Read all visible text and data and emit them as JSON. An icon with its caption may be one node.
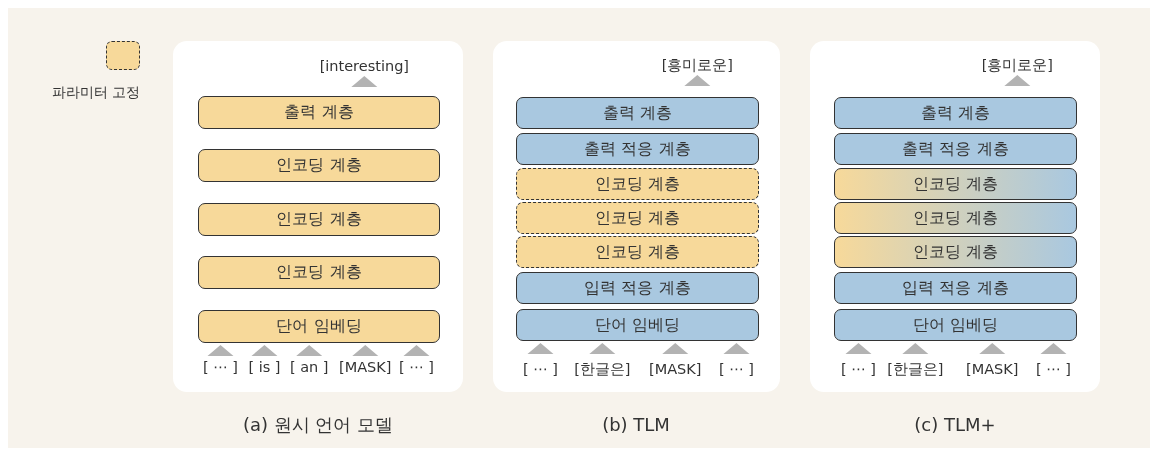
{
  "diagram": {
    "nodes": [
      {
        "text": [],
        "shape": "box"
      },
      {
        "text": [
          "[interesting]"
        ],
        "in": 0
      },
      {
        "text": [
          "출력 계층"
        ],
        "in": 0
      },
      {
        "text": [
          "인코딩 계층"
        ],
        "in": 0
      },
      {
        "text": [
          "인코딩 계층"
        ],
        "in": 0
      },
      {
        "text": [
          "인코딩 계층"
        ],
        "in": 0
      },
      {
        "text": [
          "단어 임베딩"
        ],
        "in": 0
      },
      {
        "text": [
          "[ ⋯ ]"
        ],
        "in": 0
      },
      {
        "text": [
          "[ is ]"
        ],
        "in": 0
      },
      {
        "text": [
          "[ an ]"
        ],
        "in": 0
      },
      {
        "text": [
          "[MASK]"
        ],
        "in": 0
      },
      {
        "text": [
          "[ ⋯ ]"
        ],
        "in": 0
      },
      {
        "text": [],
        "shape": "box"
      },
      {
        "text": [
          "[흥미로운]"
        ],
        "in": 12
      },
      {
        "text": [
          "출력 계층"
        ],
        "in": 12
      },
      {
        "text": [
          "출력 적응 계층"
        ],
        "in": 12
      },
      {
        "text": [
          "인코딩 계층"
        ],
        "in": 12
      },
      {
        "text": [
          "인코딩 계층"
        ],
        "in": 12
      },
      {
        "text": [
          "인코딩 계층"
        ],
        "in": 12
      },
      {
        "text": [
          "입력 적응 계층"
        ],
        "in": 12
      },
      {
        "text": [
          "단어 임베딩"
        ],
        "in": 12
      },
      {
        "text": [
          "[ ⋯ ]"
        ],
        "in": 12
      },
      {
        "text": [
          "[한글은]"
        ],
        "in": 12
      },
      {
        "text": [
          "[MASK]"
        ],
        "in": 12
      },
      {
        "text": [
          "[ ⋯ ]"
        ],
        "in": 12
      },
      {
        "text": [],
        "shape": "box"
      },
      {
        "text": [
          "[흥미로운]"
        ],
        "in": 25
      },
      {
        "text": [
          "출력 계층"
        ],
        "in": 25
      },
      {
        "text": [
          "출력 적응 계층"
        ],
        "in": 25
      },
      {
        "text": [
          "인코딩 계층"
        ],
        "in": 25
      },
      {
        "text": [
          "인코딩 계층"
        ],
        "in": 25
      },
      {
        "text": [
          "인코딩 계층"
        ],
        "in": 25
      },
      {
        "text": [
          "입력 적응 계층"
        ],
        "in": 25
      },
      {
        "text": [
          "단어 임베딩"
        ],
        "in": 25
      },
      {
        "text": [
          "[ ⋯ ]"
        ],
        "in": 25
      },
      {
        "text": [
          "[한글은]"
        ],
        "in": 25
      },
      {
        "text": [
          "[MASK]"
        ],
        "in": 25
      },
      {
        "text": [
          "[ ⋯ ]"
        ],
        "in": 25
      }
    ],
    "edges": [
      {
        "from": 2,
        "to": 1,
        "arrow": "to"
      },
      {
        "from": 7,
        "to": 6,
        "arrow": "to"
      },
      {
        "from": 8,
        "to": 6,
        "arrow": "to"
      },
      {
        "from": 9,
        "to": 6,
        "arrow": "to"
      },
      {
        "from": 10,
        "to": 6,
        "arrow": "to"
      },
      {
        "from": 11,
        "to": 6,
        "arrow": "to"
      },
      {
        "from": 14,
        "to": 13,
        "arrow": "to"
      },
      {
        "from": 21,
        "to": 20,
        "arrow": "to"
      },
      {
        "from": 22,
        "to": 20,
        "arrow": "to"
      },
      {
        "from": 23,
        "to": 20,
        "arrow": "to"
      },
      {
        "from": 24,
        "to": 20,
        "arrow": "to"
      },
      {
        "from": 27,
        "to": 26,
        "arrow": "to"
      },
      {
        "from": 34,
        "to": 33,
        "arrow": "to"
      },
      {
        "from": 35,
        "to": 33,
        "arrow": "to"
      },
      {
        "from": 36,
        "to": 33,
        "arrow": "to"
      },
      {
        "from": 37,
        "to": 33,
        "arrow": "to"
      }
    ],
    "labels": [
      "(a) 원시 언어 모델",
      "(b) TLM",
      "(c) TLM+"
    ],
    "legend": [
      {
        "text": "파라미터 고정",
        "color": "#f7d99a"
      }
    ]
  }
}
